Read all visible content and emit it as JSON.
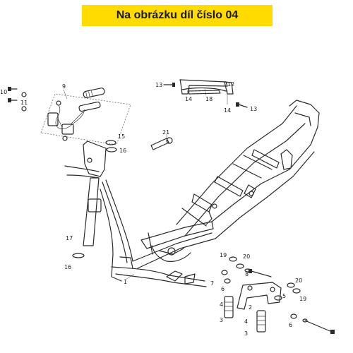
{
  "banner": {
    "text": "Na obrázku díl číslo 04",
    "color": "#ffdb00"
  },
  "callouts": [
    {
      "id": "c1",
      "text": "1"
    },
    {
      "id": "c2",
      "text": "2"
    },
    {
      "id": "c3a",
      "text": "3"
    },
    {
      "id": "c3b",
      "text": "3"
    },
    {
      "id": "c4a",
      "text": "4"
    },
    {
      "id": "c4b",
      "text": "4"
    },
    {
      "id": "c5",
      "text": "5"
    },
    {
      "id": "c6a",
      "text": "6"
    },
    {
      "id": "c6b",
      "text": "6"
    },
    {
      "id": "c7",
      "text": "7"
    },
    {
      "id": "c8",
      "text": "8"
    },
    {
      "id": "c9",
      "text": "9"
    },
    {
      "id": "c10",
      "text": "10"
    },
    {
      "id": "c11",
      "text": "11"
    },
    {
      "id": "c12",
      "text": "12"
    },
    {
      "id": "c13a",
      "text": "13"
    },
    {
      "id": "c13b",
      "text": "13"
    },
    {
      "id": "c14a",
      "text": "14"
    },
    {
      "id": "c14b",
      "text": "14"
    },
    {
      "id": "c15",
      "text": "15"
    },
    {
      "id": "c16a",
      "text": "16"
    },
    {
      "id": "c16b",
      "text": "16"
    },
    {
      "id": "c17",
      "text": "17"
    },
    {
      "id": "c18",
      "text": "18"
    },
    {
      "id": "c19a",
      "text": "19"
    },
    {
      "id": "c19b",
      "text": "19"
    },
    {
      "id": "c20a",
      "text": "20"
    },
    {
      "id": "c20b",
      "text": "20"
    },
    {
      "id": "c21",
      "text": "21"
    }
  ]
}
